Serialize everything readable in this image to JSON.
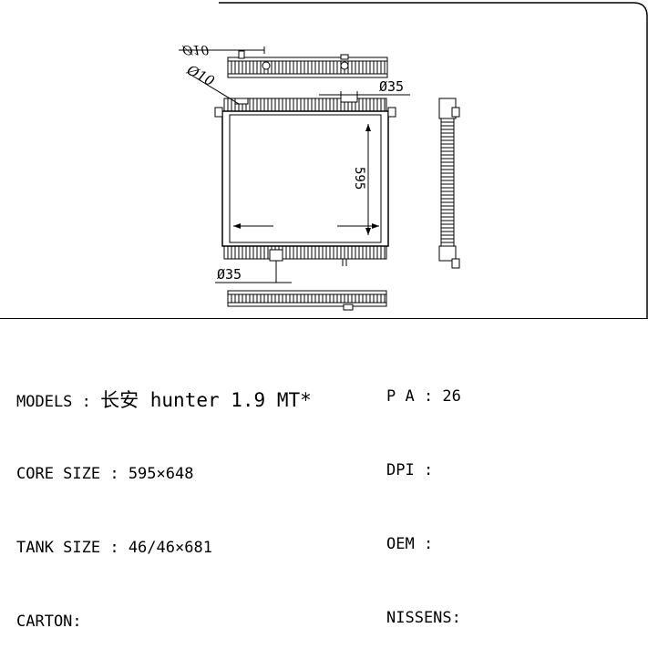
{
  "drawing": {
    "dim_top_cut": "Ø10",
    "dim_pipe_left": "Ø10",
    "dim_pipe_top": "Ø35",
    "dim_core_height": "595",
    "dim_pipe_bottom": "Ø35"
  },
  "specs_left": {
    "models_label": "MODELS : ",
    "models_value": "长安 hunter 1.9 MT*",
    "core_size": "CORE SIZE : 595×648",
    "tank_size": "TANK SIZE : 46/46×681",
    "carton": "CARTON:"
  },
  "specs_right": {
    "pa": "P A : 26",
    "dpi": "DPI :",
    "oem": "OEM :",
    "nissens": "NISSENS:"
  }
}
